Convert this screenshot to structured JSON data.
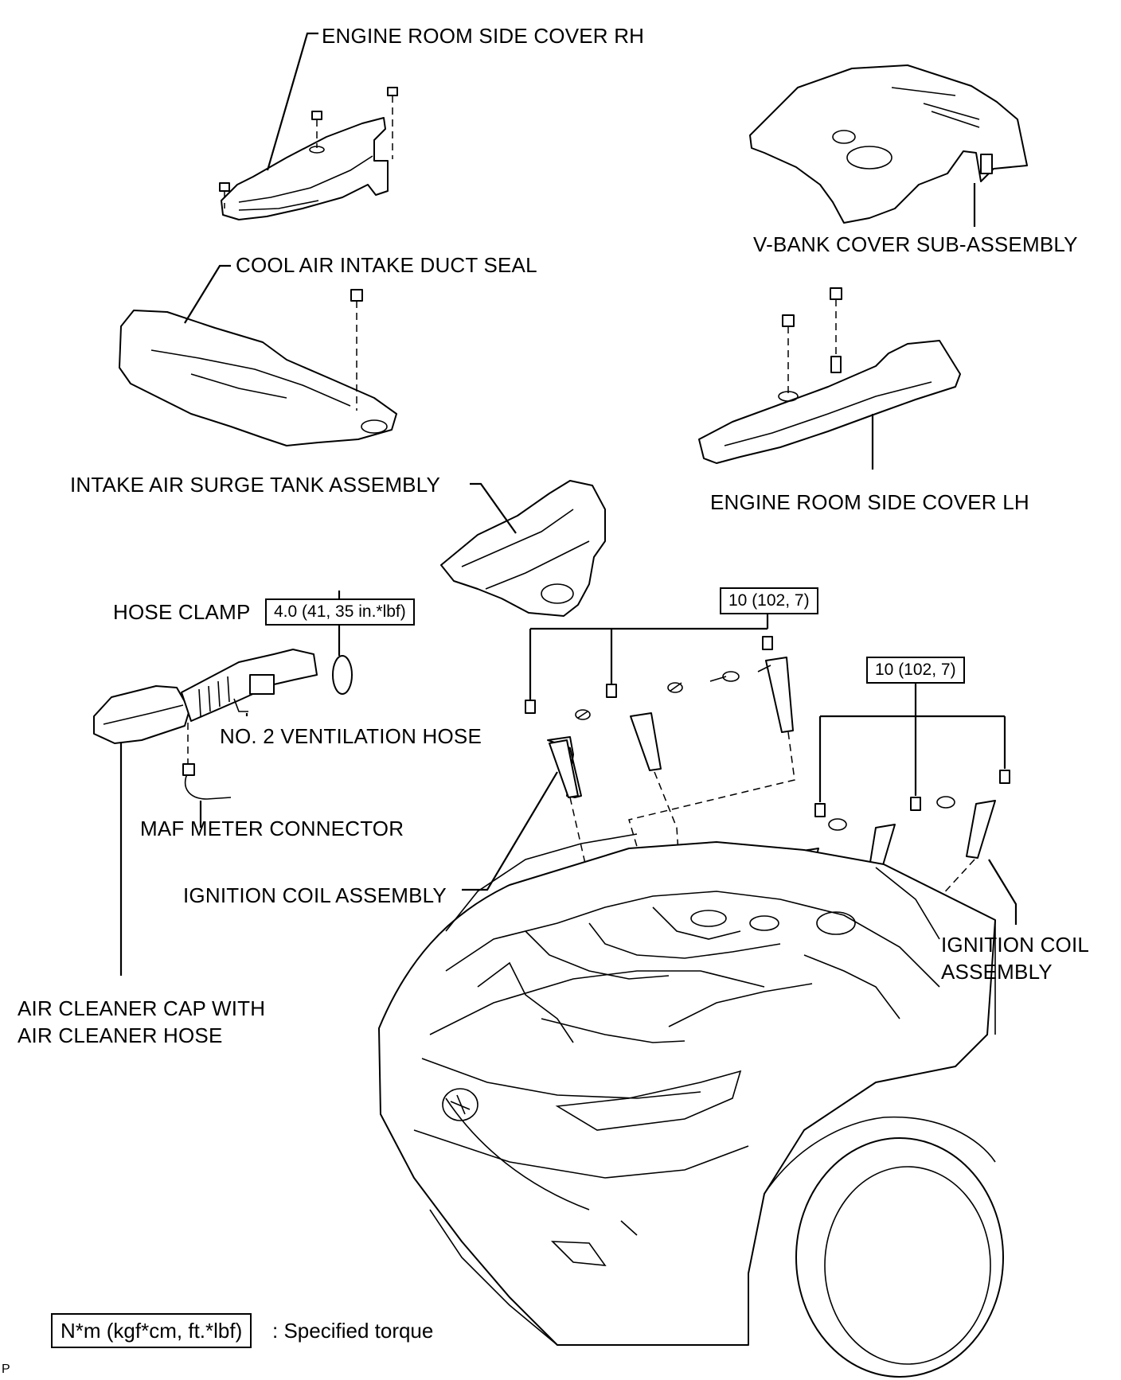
{
  "labels": {
    "engine_room_side_cover_rh": "ENGINE ROOM SIDE COVER RH",
    "v_bank_cover": "V-BANK COVER SUB-ASSEMBLY",
    "cool_air_intake_duct_seal": "COOL AIR INTAKE DUCT SEAL",
    "engine_room_side_cover_lh": "ENGINE ROOM SIDE COVER LH",
    "intake_air_surge_tank": "INTAKE AIR SURGE TANK ASSEMBLY",
    "hose_clamp": "HOSE CLAMP",
    "no2_ventilation_hose": "NO. 2 VENTILATION HOSE",
    "maf_meter_connector": "MAF METER CONNECTOR",
    "ignition_coil_left": "IGNITION COIL ASSEMBLY",
    "ignition_coil_right_line1": "IGNITION COIL",
    "ignition_coil_right_line2": "ASSEMBLY",
    "air_cleaner_line1": "AIR CLEANER CAP WITH",
    "air_cleaner_line2": "AIR CLEANER HOSE"
  },
  "torque": {
    "hose_clamp": "4.0 (41, 35 in.*lbf)",
    "coil_bank_1": "10 (102, 7)",
    "coil_bank_2": "10 (102, 7)"
  },
  "legend": {
    "box": "N*m (kgf*cm, ft.*lbf)",
    "text": ": Specified torque"
  },
  "corner_mark": "P"
}
